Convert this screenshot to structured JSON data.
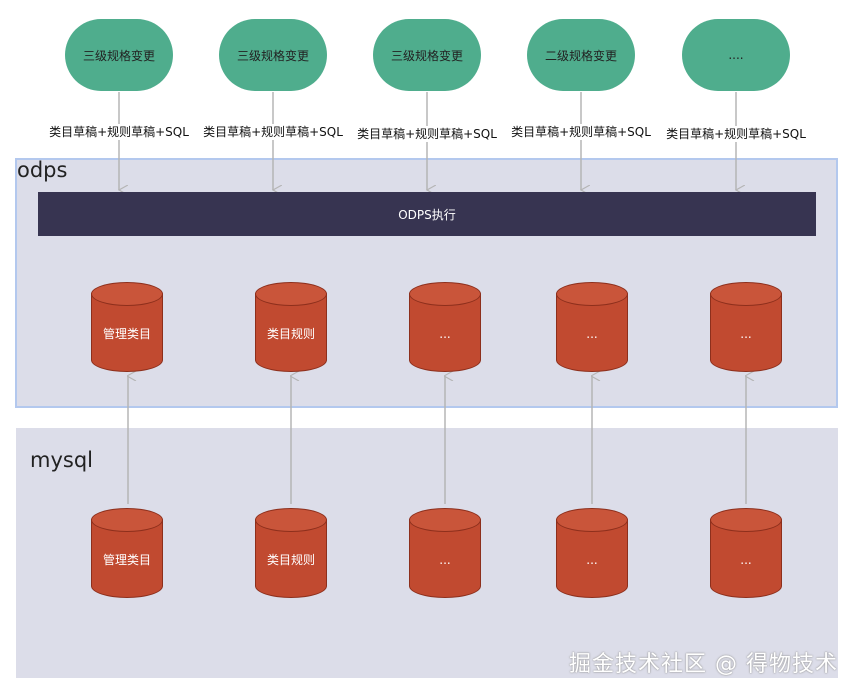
{
  "change_nodes": [
    {
      "label": "三级规格变更"
    },
    {
      "label": "三级规格变更"
    },
    {
      "label": "三级规格变更"
    },
    {
      "label": "二级规格变更"
    },
    {
      "label": "...."
    }
  ],
  "edge_labels": [
    {
      "label": "类目草稿+规则草稿+SQL"
    },
    {
      "label": "类目草稿+规则草稿+SQL"
    },
    {
      "label": "类目草稿+规则草稿+SQL"
    },
    {
      "label": "类目草稿+规则草稿+SQL"
    },
    {
      "label": "类目草稿+规则草稿+SQL"
    }
  ],
  "odps": {
    "label": "odps",
    "executor": "ODPS执行",
    "tables": [
      {
        "label": "管理类目"
      },
      {
        "label": "类目规则"
      },
      {
        "label": "..."
      },
      {
        "label": "..."
      },
      {
        "label": "..."
      }
    ]
  },
  "mysql": {
    "label": "mysql",
    "tables": [
      {
        "label": "管理类目"
      },
      {
        "label": "类目规则"
      },
      {
        "label": "..."
      },
      {
        "label": "..."
      },
      {
        "label": "..."
      }
    ]
  },
  "watermark": "掘金技术社区 @ 得物技术",
  "colors": {
    "pill": "#4fad8d",
    "executor_bar": "#373451",
    "cylinder": "#c14a30",
    "panel": "#dcdde9",
    "panel_border": "#b3c8ee",
    "connector": "#b5b5b5"
  }
}
